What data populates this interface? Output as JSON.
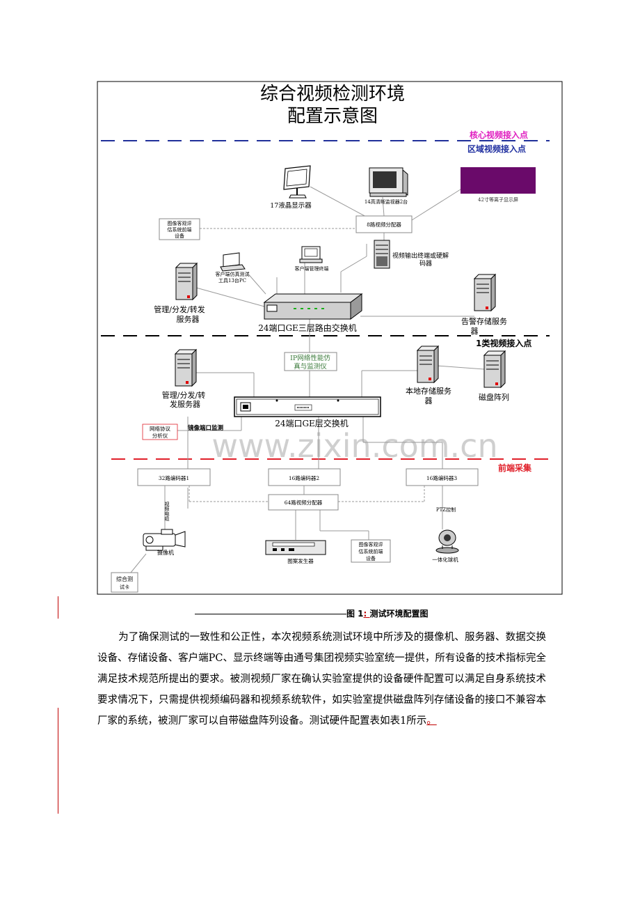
{
  "diagram": {
    "title_line1": "综合视频检测环境",
    "title_line2": "配置示意图",
    "zones": {
      "core_access": "核心视频接入点",
      "regional_access": "区域视频接入点",
      "class1_access": "1类视频接入点",
      "front_end": "前端采集"
    },
    "devices": {
      "lcd_monitor": "17液晶显示器",
      "hd_monitor": "14高清晰监视器2台",
      "plasma_screen": "42寸等离子显示屏",
      "image_eval_top": [
        "图像客观评",
        "估系统前端",
        "设备"
      ],
      "splitter8": "8路视频分配器",
      "video_out_terminal": [
        "视频输出终端或硬解",
        "码器"
      ],
      "client_sim_pc": [
        "客户端仿真测试",
        "工具13台PC"
      ],
      "client_mgmt": "客户端管理终端",
      "mgmt_server_top": [
        "管理/分发/转发",
        "服务器"
      ],
      "alarm_storage": [
        "告警存储服务",
        "器"
      ],
      "l3_switch": "24端口GE三层路由交换机",
      "ip_simulator": [
        "IP网络性能仿",
        "真与监测仪"
      ],
      "mgmt_server_mid": [
        "管理/分发/转",
        "发服务器"
      ],
      "local_storage": [
        "本地存储服务",
        "器"
      ],
      "disk_array": "磁盘阵列",
      "ge_switch": "24端口GE层交换机",
      "protocol_analyzer": [
        "网络协议",
        "分析仪"
      ],
      "mirror_monitor": "镜像端口监测",
      "encoder32": "32路编码器1",
      "encoder16_2": "16路编码器2",
      "encoder16_3": "16路编码器3",
      "splitter64": "64路视频分配器",
      "coax_label": "视频电缆",
      "ptz_label": "PTZ控制",
      "camera": "摄像机",
      "pattern_gen": "图案发生器",
      "image_eval_bottom": [
        "图像客观评",
        "估系统前端",
        "设备"
      ],
      "dome_camera": "一体化球机",
      "test_card": [
        "综合测",
        "试卡"
      ]
    },
    "watermark": "www.zixin.com.cn"
  },
  "caption": {
    "prefix": "图 1",
    "mark": ":  ",
    "text": "测试环境配置图"
  },
  "paragraph": {
    "text": "为了确保测试的一致性和公正性，本次视频系统测试环境中所涉及的摄像机、服务器、数据交换设备、存储设备、客户端PC、显示终端等由通号集团视频实验室统一提供，所有设备的技术指标完全满足技术规范所提出的要求。被测视频厂家在确认实验室提供的设备硬件配置可以满足自身系统技术要求情况下，只需提供视频编码器和视频系统软件，如实验室提供磁盘阵列存储设备的接口不兼容本厂家的系统，被测厂家可以自带磁盘阵列设备。测试硬件配置表如表1所示",
    "tail": "。"
  },
  "colors": {
    "blue_dash": "#1f2f9a",
    "black_dash": "#000000",
    "red_dash": "#e0202a",
    "magenta": "#e020c0",
    "blue_text": "#2030a0",
    "red_text": "#e0202a",
    "plasma": "#6a0a6a",
    "revision": "#c00000"
  }
}
